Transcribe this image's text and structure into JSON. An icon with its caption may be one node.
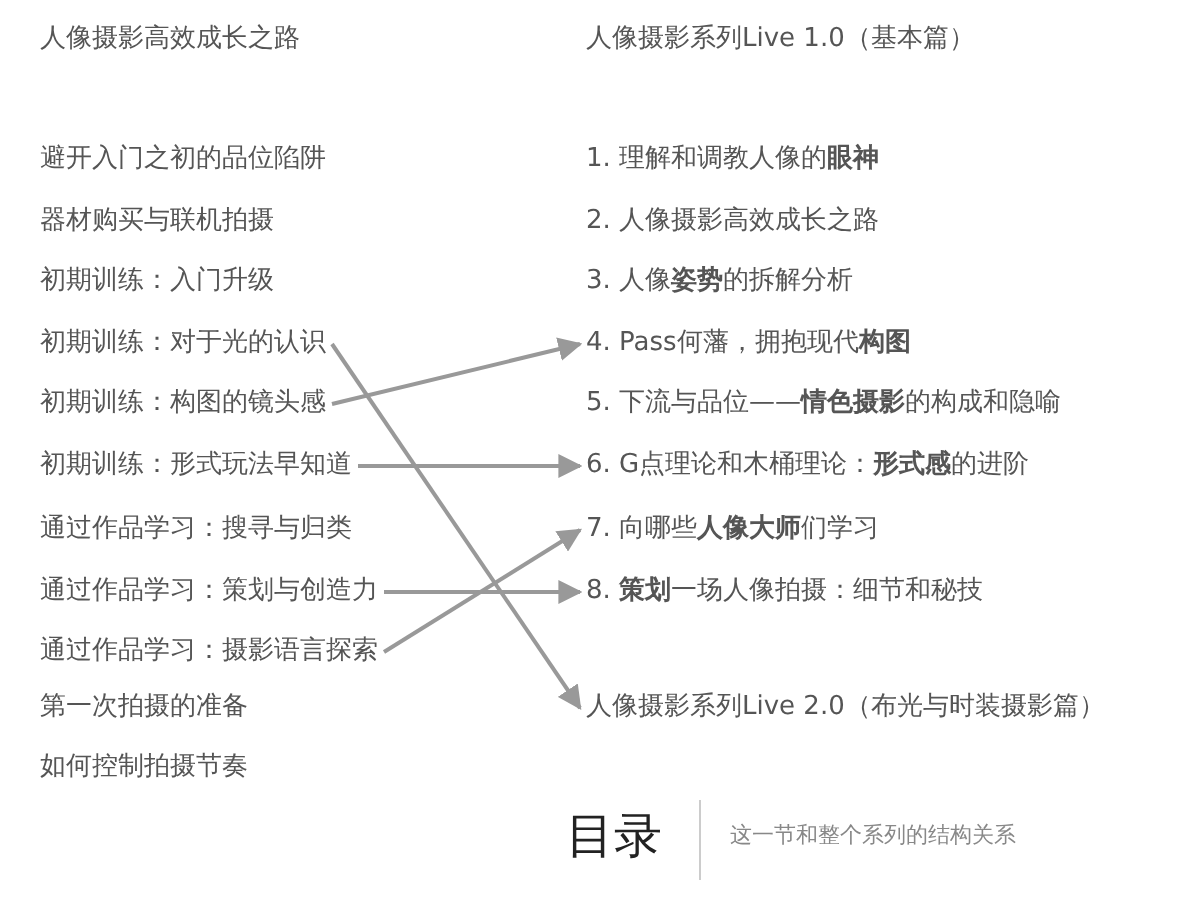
{
  "diagram": {
    "title": "目录",
    "caption": "这一节和整个系列的结构关系",
    "nodes": [
      {
        "text": [
          "避开入门之初的品位陷阱"
        ]
      },
      {
        "text": [
          "器材购买与联机拍摄"
        ]
      },
      {
        "text": [
          "初期训练：入门升级"
        ]
      },
      {
        "text": [
          "初期训练：对于光的认识"
        ]
      },
      {
        "text": [
          "初期训练：构图的镜头感"
        ]
      },
      {
        "text": [
          "初期训练：形式玩法早知道"
        ]
      },
      {
        "text": [
          "通过作品学习：搜寻与归类"
        ]
      },
      {
        "text": [
          "通过作品学习：策划与创造力"
        ]
      },
      {
        "text": [
          "通过作品学习：摄影语言探索"
        ]
      },
      {
        "text": [
          "第一次拍摄的准备"
        ]
      },
      {
        "text": [
          "如何控制拍摄节奏"
        ]
      },
      {
        "text": [
          "1. 理解和调教人像的**眼神**"
        ]
      },
      {
        "text": [
          "2. 人像摄影高效成长之路"
        ]
      },
      {
        "text": [
          "3. 人像**姿势**的拆解分析"
        ]
      },
      {
        "text": [
          "4. Pass何藩，拥抱现代**构图**"
        ]
      },
      {
        "text": [
          "5. 下流与品位——**情色摄影**的构成和隐喻"
        ]
      },
      {
        "text": [
          "6. G点理论和木桶理论：**形式感**的进阶"
        ]
      },
      {
        "text": [
          "7. 向哪些**人像大师**们学习"
        ]
      },
      {
        "text": [
          "8. **策划**一场人像拍摄：细节和秘技"
        ]
      },
      {
        "text": [
          "人像摄影系列Live 2.0（布光与时装摄影篇）"
        ]
      }
    ],
    "edges": [
      {
        "from": 3,
        "to": 19,
        "arrow": "to"
      },
      {
        "from": 4,
        "to": 14,
        "arrow": "to"
      },
      {
        "from": 5,
        "to": 16,
        "arrow": "to"
      },
      {
        "from": 7,
        "to": 18,
        "arrow": "to"
      },
      {
        "from": 8,
        "to": 17,
        "arrow": "to"
      }
    ],
    "labels": [
      "人像摄影高效成长之路",
      "人像摄影系列Live 1.0（基本篇）"
    ]
  }
}
